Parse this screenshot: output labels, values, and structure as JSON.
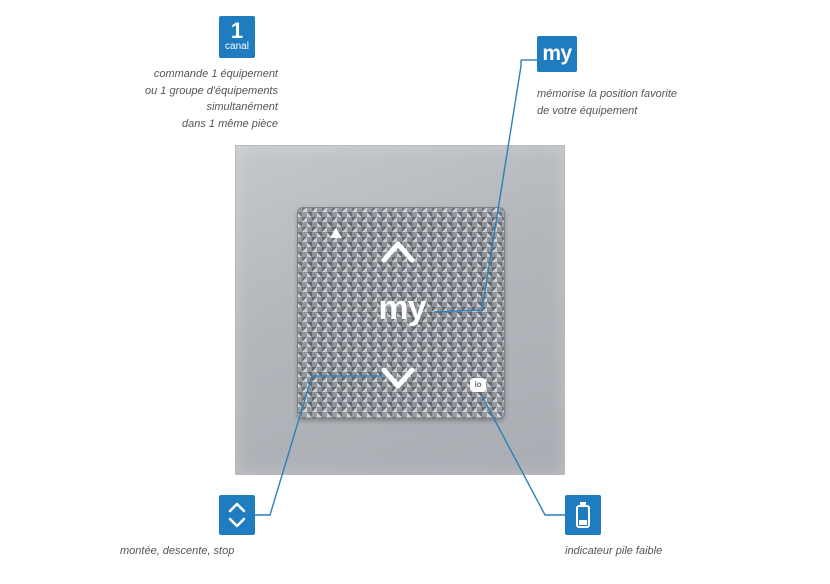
{
  "canal_badge": {
    "number": "1",
    "label": "canal"
  },
  "canal_caption": {
    "lines": [
      "commande 1 équipement",
      "ou 1 groupe d'équipements",
      "simultanément",
      "dans 1 même pièce"
    ]
  },
  "my_badge": {
    "label": "my"
  },
  "my_caption": {
    "lines": [
      "mémorise la position favorite",
      "de votre équipement"
    ]
  },
  "updown_caption": {
    "text": "montée, descente, stop"
  },
  "battery_caption": {
    "text": "indicateur pile faible"
  },
  "remote": {
    "my_label": "my",
    "io_label": "io"
  },
  "colors": {
    "accent": "#1e7cbf",
    "connector": "#2f7fb8",
    "caption_text": "#555555"
  },
  "icons": {
    "updown_badge": "up-down-chevrons-icon",
    "battery_badge": "battery-icon",
    "pad_up": "chevron-up-icon",
    "pad_down": "chevron-down-icon",
    "pad_indicator": "triangle-indicator-icon"
  }
}
